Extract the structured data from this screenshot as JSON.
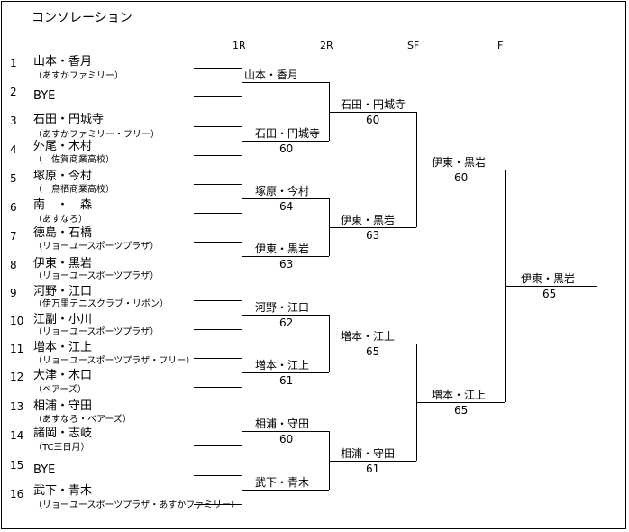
{
  "title": "コンソレーション",
  "rounds": [
    "1R",
    "2R",
    "SF",
    "F"
  ],
  "entries": [
    {
      "no": "1",
      "name": "山本・香月",
      "club": "（あすかファミリー）"
    },
    {
      "no": "2",
      "name": "BYE",
      "club": ""
    },
    {
      "no": "3",
      "name": "石田・円城寺",
      "club": "（あすかファミリー・フリー）"
    },
    {
      "no": "4",
      "name": "外尾・木村",
      "club": "（　佐賀商業高校）"
    },
    {
      "no": "5",
      "name": "塚原・今村",
      "club": "（　鳥栖商業高校）"
    },
    {
      "no": "6",
      "name": "南　・　森",
      "club": "（あすなろ）"
    },
    {
      "no": "7",
      "name": "徳島・石橋",
      "club": "（リョーユースポーツプラザ）"
    },
    {
      "no": "8",
      "name": "伊東・黒岩",
      "club": "（リョーユースポーツプラザ）"
    },
    {
      "no": "9",
      "name": "河野・江口",
      "club": "（伊万里テニスクラブ・リボン）"
    },
    {
      "no": "10",
      "name": "江副・小川",
      "club": "（リョーユースポーツプラザ）"
    },
    {
      "no": "11",
      "name": "増本・江上",
      "club": "（リョーユースポーツプラザ・フリー）"
    },
    {
      "no": "12",
      "name": "大津・木口",
      "club": "（ベアーズ）"
    },
    {
      "no": "13",
      "name": "相浦・守田",
      "club": "（あすなろ・ベアーズ）"
    },
    {
      "no": "14",
      "name": "諸岡・志岐",
      "club": "（TC三日月）"
    },
    {
      "no": "15",
      "name": "BYE",
      "club": ""
    },
    {
      "no": "16",
      "name": "武下・青木",
      "club": "（リョーユースポーツプラザ・あすかファミリー）"
    }
  ],
  "r1_winners": [
    {
      "name": "山本・香月",
      "score": ""
    },
    {
      "name": "石田・円城寺",
      "score": "60"
    },
    {
      "name": "塚原・今村",
      "score": "64"
    },
    {
      "name": "伊東・黒岩",
      "score": "63"
    },
    {
      "name": "河野・江口",
      "score": "62"
    },
    {
      "name": "増本・江上",
      "score": "61"
    },
    {
      "name": "相浦・守田",
      "score": "60"
    },
    {
      "name": "武下・青木",
      "score": ""
    }
  ],
  "r2_winners": [
    {
      "name": "石田・円城寺",
      "score": "60"
    },
    {
      "name": "伊東・黒岩",
      "score": "63"
    },
    {
      "name": "増本・江上",
      "score": "65"
    },
    {
      "name": "相浦・守田",
      "score": "61"
    }
  ],
  "sf_winners": [
    {
      "name": "伊東・黒岩",
      "score": "60"
    },
    {
      "name": "増本・江上",
      "score": "65"
    }
  ],
  "champion": {
    "name": "伊東・黒岩",
    "score": "65"
  }
}
